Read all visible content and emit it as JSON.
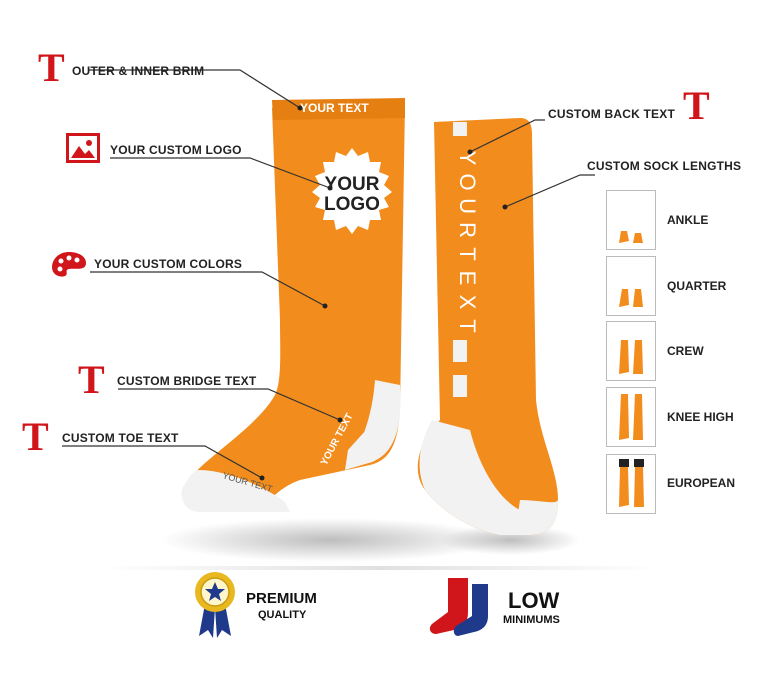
{
  "callouts": {
    "outer_brim": "OUTER & INNER BRIM",
    "custom_logo": "YOUR CUSTOM LOGO",
    "custom_colors": "YOUR CUSTOM COLORS",
    "bridge_text": "CUSTOM BRIDGE TEXT",
    "toe_text": "CUSTOM TOE TEXT",
    "back_text": "CUSTOM BACK TEXT",
    "sock_lengths": "CUSTOM SOCK LENGTHS"
  },
  "sock_text": {
    "brim": "YOUR TEXT",
    "logo_line1": "YOUR",
    "logo_line2": "LOGO",
    "bridge": "YOUR TEXT",
    "toe": "YOUR TEXT",
    "back_letters": [
      "Y",
      "O",
      "U",
      "R",
      "T",
      "E",
      "X",
      "T"
    ]
  },
  "lengths": [
    "ANKLE",
    "QUARTER",
    "CREW",
    "KNEE HIGH",
    "EUROPEAN"
  ],
  "badges": {
    "premium_line1": "PREMIUM",
    "premium_line2": "QUALITY",
    "low_line1": "LOW",
    "low_line2": "MINIMUMS"
  },
  "colors": {
    "sock_orange": "#f28c1c",
    "sock_white": "#f2f2f2",
    "accent_red": "#d0161b",
    "navy": "#1f3a8a"
  },
  "icons": [
    "letter-t-icon",
    "image-icon",
    "palette-icon",
    "ribbon-icon",
    "sock-icon"
  ]
}
